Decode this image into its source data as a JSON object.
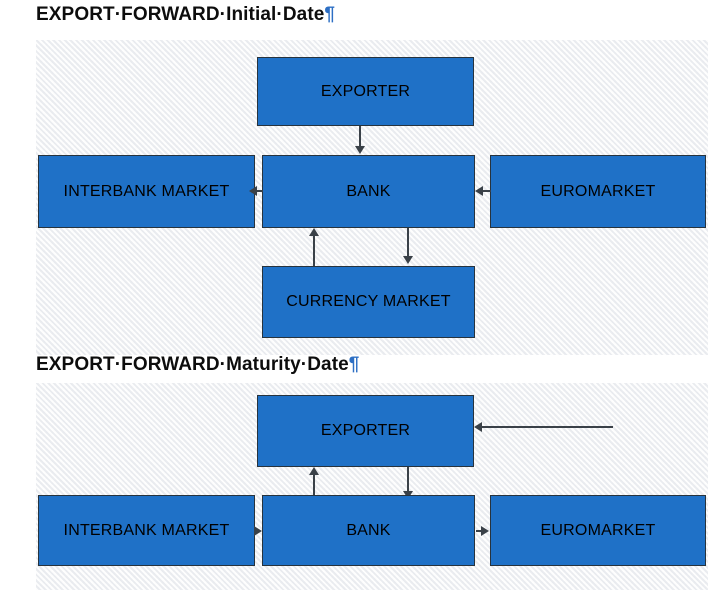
{
  "document": {
    "background_color": "#ffffff",
    "canvas_color": "#f4f5f7",
    "node_fill_color": "#1f71c7",
    "node_border_color": "#27333d",
    "connector_color": "#3a4148",
    "pilcrow_color": "#2d6fc4",
    "pilcrow_glyph": "¶"
  },
  "sections": [
    {
      "id": "initial-date",
      "title_text": "EXPORT·FORWARD·Initial·Date",
      "pilcrow": "¶",
      "nodes": {
        "exporter": "EXPORTER",
        "interbank_market": "INTERBANK MARKET",
        "bank": "BANK",
        "euromarket": "EUROMARKET",
        "currency_market": "CURRENCY MARKET"
      },
      "flows": [
        {
          "from": "EXPORTER",
          "to": "BANK",
          "direction": "down"
        },
        {
          "from": "BANK",
          "to": "INTERBANK MARKET",
          "direction": "left"
        },
        {
          "from": "EUROMARKET",
          "to": "BANK",
          "direction": "left"
        },
        {
          "from": "CURRENCY MARKET",
          "to": "BANK",
          "direction": "up"
        },
        {
          "from": "BANK",
          "to": "CURRENCY MARKET",
          "direction": "down"
        }
      ]
    },
    {
      "id": "maturity-date",
      "title_text": "EXPORT·FORWARD·Maturity·Date",
      "pilcrow": "¶",
      "nodes": {
        "exporter": "EXPORTER",
        "interbank_market": "INTERBANK MARKET",
        "bank": "BANK",
        "euromarket": "EUROMARKET"
      },
      "flows": [
        {
          "from": "external-right",
          "to": "EXPORTER",
          "direction": "left"
        },
        {
          "from": "BANK",
          "to": "EXPORTER",
          "direction": "up"
        },
        {
          "from": "EXPORTER",
          "to": "BANK",
          "direction": "down"
        },
        {
          "from": "INTERBANK MARKET",
          "to": "BANK",
          "direction": "right"
        },
        {
          "from": "BANK",
          "to": "EUROMARKET",
          "direction": "right"
        }
      ]
    }
  ]
}
